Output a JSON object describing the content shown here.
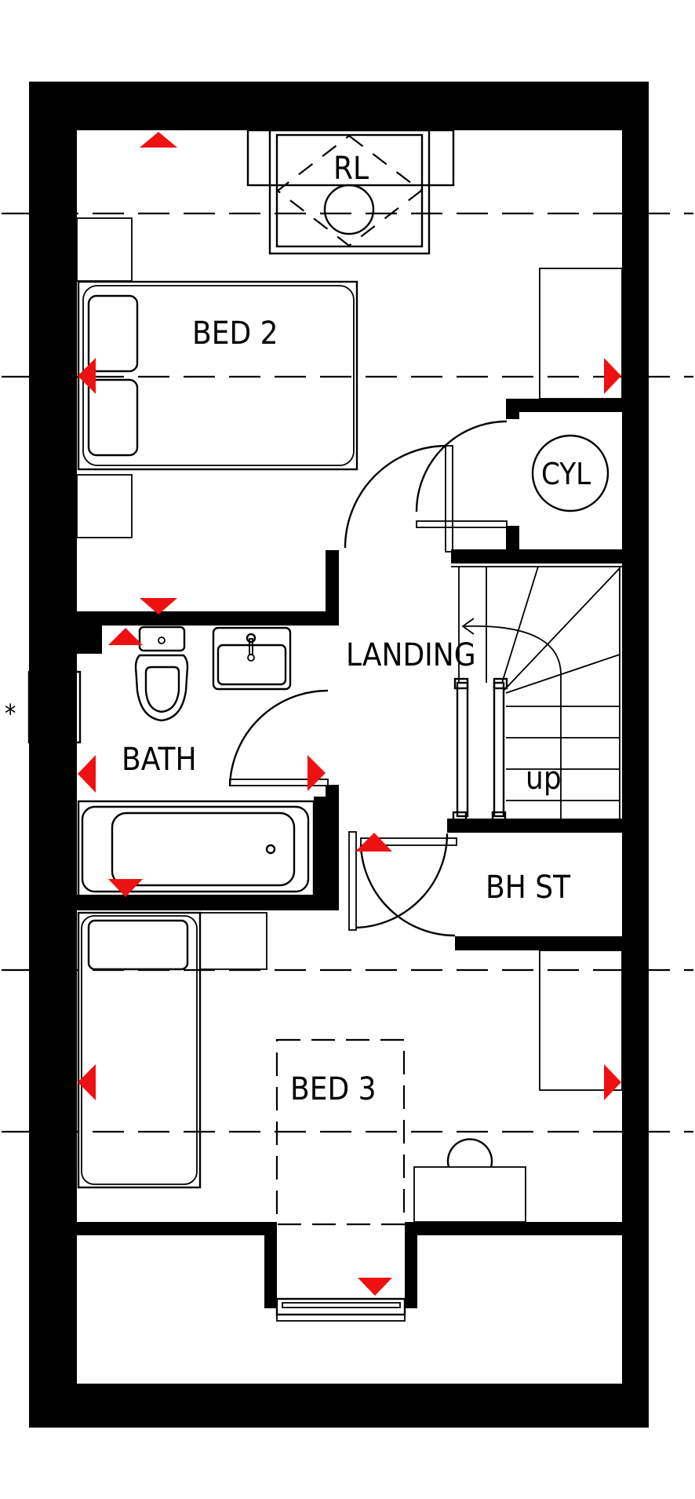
{
  "plan": {
    "type": "first-floor-plan",
    "rooms": [
      {
        "id": "bed2",
        "label": "BED 2"
      },
      {
        "id": "rooflight",
        "label": "RL"
      },
      {
        "id": "cylinder",
        "label": "CYL"
      },
      {
        "id": "landing",
        "label": "LANDING"
      },
      {
        "id": "bath",
        "label": "BATH"
      },
      {
        "id": "stairs",
        "label": "up"
      },
      {
        "id": "bhst",
        "label": "BH ST"
      },
      {
        "id": "bed3",
        "label": "BED 3"
      }
    ],
    "marker": "*",
    "colors": {
      "wall": "#000000",
      "dimension_arrow": "#ee1111",
      "background": "#ffffff"
    },
    "dimension_arrows": [
      {
        "room": "bed2",
        "direction": "up"
      },
      {
        "room": "bed2",
        "direction": "left"
      },
      {
        "room": "bed2",
        "direction": "right"
      },
      {
        "room": "bed2",
        "direction": "down"
      },
      {
        "room": "bath",
        "direction": "up"
      },
      {
        "room": "bath",
        "direction": "left"
      },
      {
        "room": "bath",
        "direction": "right"
      },
      {
        "room": "bath",
        "direction": "down"
      },
      {
        "room": "bed3",
        "direction": "up"
      },
      {
        "room": "bed3",
        "direction": "left"
      },
      {
        "room": "bed3",
        "direction": "right"
      },
      {
        "room": "bed3",
        "direction": "down"
      }
    ]
  }
}
